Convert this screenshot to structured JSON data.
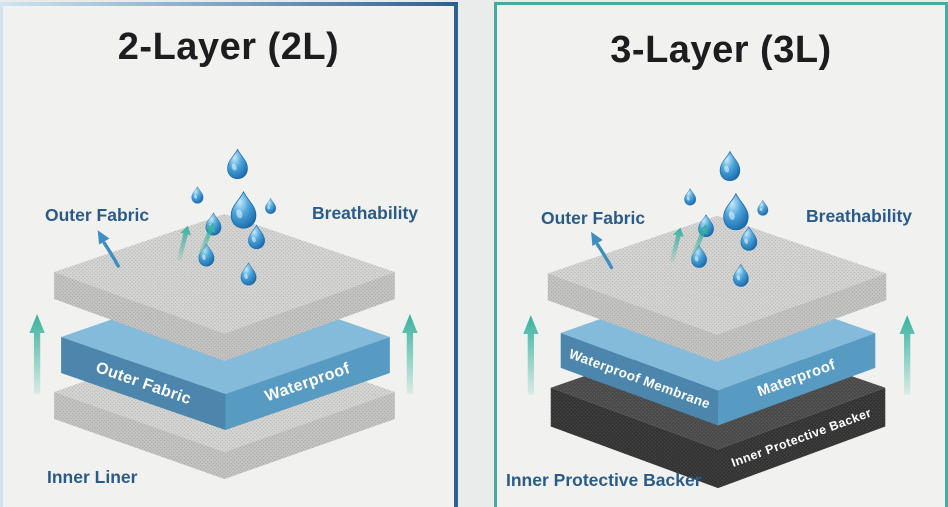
{
  "colors": {
    "background": "#e9ecea",
    "panel_bg": "#f1f2ef",
    "border_blue_dark": "#2e6093",
    "border_blue_light": "#cfe4f0",
    "border_teal": "#3fae9f",
    "title_text": "#1d1d1f",
    "label_text": "#2a5b88",
    "layer_text": "#ffffff",
    "fabric_top": "#d7d7d5",
    "fabric_top_dot": "#b2b2b0",
    "fabric_side": "#c6c6c4",
    "fabric_side_dot": "#a3a3a1",
    "blue_top": "#84bada",
    "blue_left": "#4c86ac",
    "blue_right": "#579ac2",
    "dark_top": "#474747",
    "dark_top_dot": "#646464",
    "dark_side": "#313131",
    "dark_side_dot": "#4d4d4d",
    "teal_arrow": "#36b29e",
    "pointer_arrow_blue": "#3e8ec0",
    "drop_highlight": "#c8e9fa",
    "drop_mid": "#4da5da",
    "drop_deep": "#1767a9"
  },
  "panels": {
    "left": {
      "title": "2-Layer (2L)",
      "outer_fabric_label": "Outer Fabric",
      "breathability_label": "Breathability",
      "bottom_label": "Inner Liner",
      "blue_face_left": "Outer Fabric",
      "blue_face_right": "Waterproof"
    },
    "right": {
      "title": "3-Layer (3L)",
      "outer_fabric_label": "Outer Fabric",
      "breathability_label": "Breathability",
      "bottom_label": "Inner Protective Backer",
      "blue_face_left": "Waterproof Membrane",
      "blue_face_right": "Materproof",
      "backer_face": "Inner Protective Backer"
    }
  }
}
